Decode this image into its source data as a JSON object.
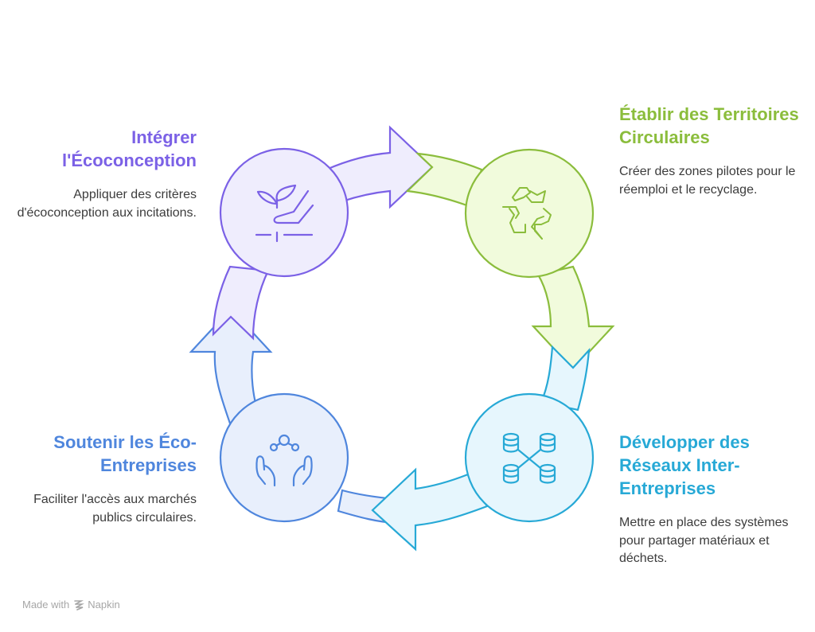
{
  "colors": {
    "purple": "#7b61e6",
    "purple_fill": "#efedfd",
    "green": "#8bbd3c",
    "green_fill": "#f1fbdc",
    "cyan": "#27a9d6",
    "cyan_fill": "#e6f6fd",
    "blue": "#4f86dd",
    "blue_fill": "#e8effc",
    "text": "#3c3c3c"
  },
  "steps": [
    {
      "title": "Intégrer l'Écoconception",
      "description": "Appliquer des critères d'écoconception aux incitations.",
      "icon": "plant-hand-icon"
    },
    {
      "title": "Établir des Territoires Circulaires",
      "description": "Créer des zones pilotes pour le réemploi et le recyclage.",
      "icon": "recycle-icon"
    },
    {
      "title": "Développer des Réseaux Inter-Entreprises",
      "description": "Mettre en place des systèmes pour partager matériaux et déchets.",
      "icon": "database-network-icon"
    },
    {
      "title": "Soutenir les Éco-Entreprises",
      "description": "Faciliter l'accès aux marchés publics circulaires.",
      "icon": "hands-network-icon"
    }
  ],
  "footer": {
    "made_with": "Made with",
    "brand": "Napkin"
  }
}
